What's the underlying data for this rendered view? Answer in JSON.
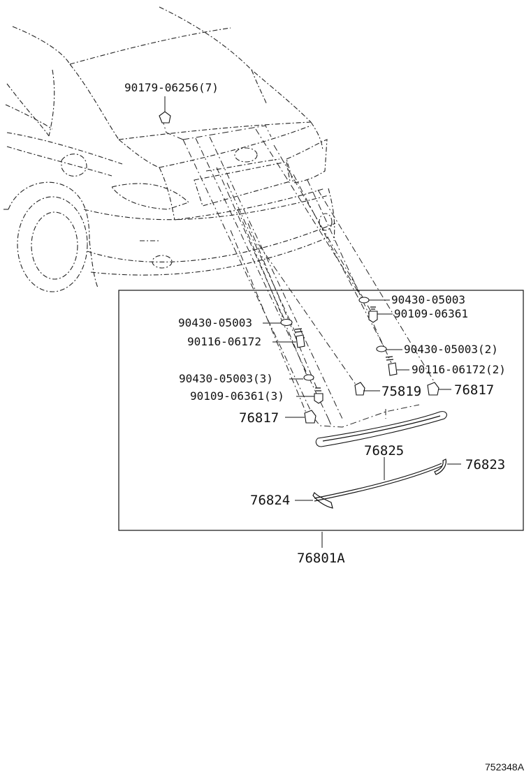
{
  "diagram": {
    "labels": {
      "clip_top": "90179-06256(7)",
      "washer_right_1": "90430-05003",
      "screw_right_1": "90109-06361",
      "washer_left_1": "90430-05003",
      "bolt_left_1": "90116-06172",
      "washer_right_2": "90430-05003(2)",
      "bolt_right_2": "90116-06172(2)",
      "washer_left_2": "90430-05003(3)",
      "screw_left_2": "90109-06361(3)",
      "clip_center": "75819",
      "cap_right": "76817",
      "cap_left": "76817",
      "garnish": "76825",
      "end_right": "76823",
      "end_left": "76824",
      "assembly": "76801A"
    },
    "figure_ref": "752348A"
  }
}
